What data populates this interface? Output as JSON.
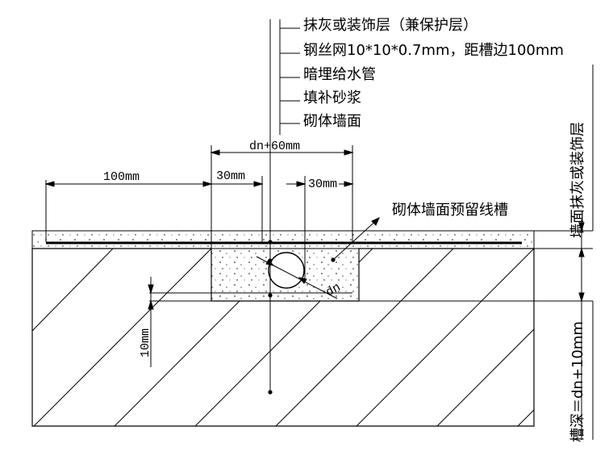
{
  "labels": {
    "layer1": "抹灰或装饰层（兼保护层）",
    "layer2": "钢丝网10*10*0.7mm，距槽边100mm",
    "layer3": "暗埋给水管",
    "layer4": "填补砂浆",
    "layer5": "砌体墙面",
    "groove_note": "砌体墙面预留线槽",
    "right_plaster": "墙面抹灰或装饰层",
    "right_depth": "槽深＝dn+10mm"
  },
  "dimensions": {
    "total_width": "dn+60mm",
    "mesh_extent": "100mm",
    "left_gap": "30mm",
    "right_gap": "30mm",
    "bottom_gap": "10mm",
    "pipe_dia": "dn"
  },
  "colors": {
    "line": "#000000",
    "background": "#ffffff"
  }
}
